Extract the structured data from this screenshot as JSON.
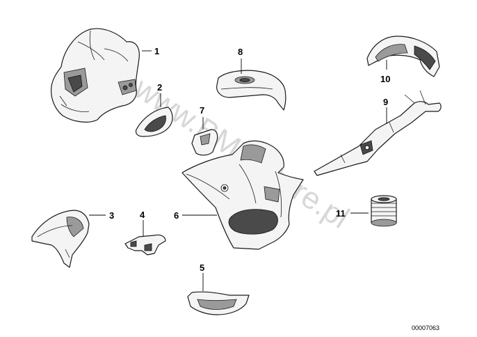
{
  "diagram": {
    "callouts": [
      {
        "id": "c1",
        "label": "1"
      },
      {
        "id": "c2",
        "label": "2"
      },
      {
        "id": "c3",
        "label": "3"
      },
      {
        "id": "c4",
        "label": "4"
      },
      {
        "id": "c5",
        "label": "5"
      },
      {
        "id": "c6",
        "label": "6"
      },
      {
        "id": "c7",
        "label": "7"
      },
      {
        "id": "c8",
        "label": "8"
      },
      {
        "id": "c9",
        "label": "9"
      },
      {
        "id": "c10",
        "label": "10"
      },
      {
        "id": "c11",
        "label": "11"
      }
    ],
    "reference_number": "00007063",
    "watermark": "www.BMWstore.pl"
  }
}
